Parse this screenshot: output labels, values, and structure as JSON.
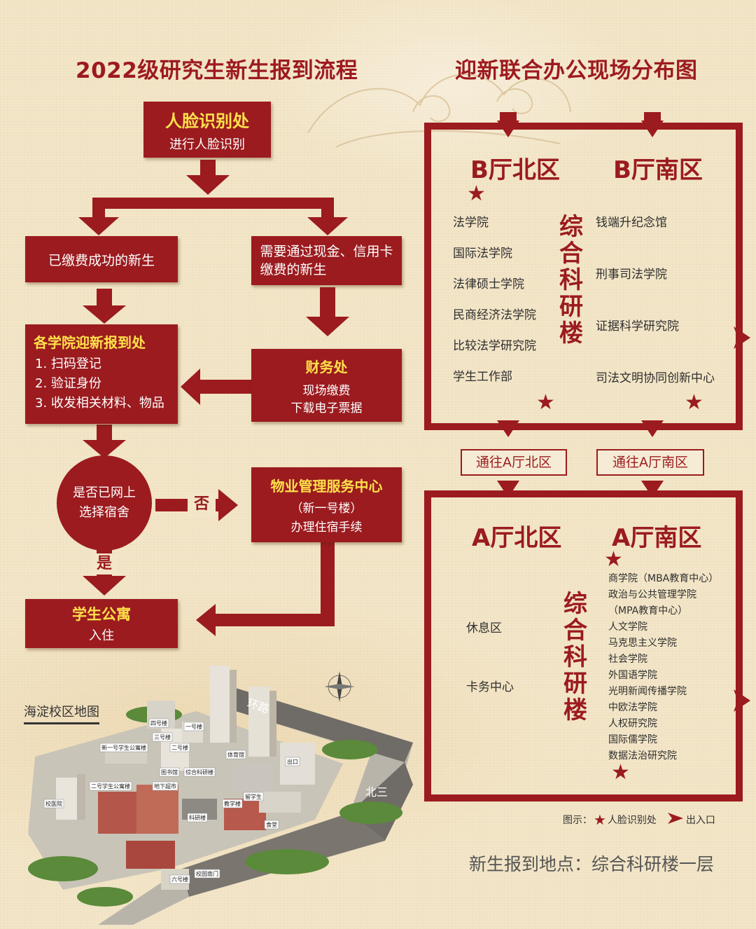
{
  "left": {
    "title": "2022级研究生新生报到流程",
    "face": {
      "title": "人脸识别处",
      "sub": "进行人脸识别"
    },
    "paid": {
      "text": "已缴费成功的新生"
    },
    "cash": {
      "text": "需要通过现金、信用卡缴费的新生"
    },
    "college": {
      "title": "各学院迎新报到处",
      "items": [
        "1.  扫码登记",
        "2. 验证身份",
        "3. 收发相关材料、物品"
      ]
    },
    "finance": {
      "title": "财务处",
      "l1": "现场缴费",
      "l2": "下载电子票据"
    },
    "decision": {
      "l1": "是否已网上",
      "l2": "选择宿舍",
      "no": "否",
      "yes": "是"
    },
    "property": {
      "title": "物业管理服务中心",
      "l1": "（新一号楼）",
      "l2": "办理住宿手续"
    },
    "dorm": {
      "title": "学生公寓",
      "sub": "入住"
    },
    "map_label": "海淀校区地图",
    "map": {
      "road1": "环路",
      "road2": "北三",
      "buildings": [
        "四号楼",
        "一号楼",
        "二号楼",
        "三号楼",
        "新一号学生公寓楼",
        "图书馆",
        "综合科研楼",
        "体育馆",
        "出口",
        "地下超市",
        "二号学生公寓楼",
        "教学楼",
        "校医院",
        "科研楼",
        "留学生",
        "食堂",
        "校园南门",
        "六号楼"
      ]
    }
  },
  "right": {
    "title": "迎新联合办公现场分布图",
    "b_north": "B厅北区",
    "b_south": "B厅南区",
    "b_north_list": [
      "法学院",
      "国际法学院",
      "法律硕士学院",
      "民商经济法学院",
      "比较法学研究院",
      "学生工作部"
    ],
    "b_south_list": [
      "钱端升纪念馆",
      "刑事司法学院",
      "证据科学研究院",
      "司法文明协同创新中心"
    ],
    "center_label": "综合科研楼",
    "pass_north": "通往A厅北区",
    "pass_south": "通往A厅南区",
    "a_north": "A厅北区",
    "a_south": "A厅南区",
    "a_north_list": [
      "休息区",
      "卡务中心"
    ],
    "a_south_list": [
      "商学院（MBA教育中心）",
      "政治与公共管理学院",
      "（MPA教育中心）",
      "人文学院",
      "马克思主义学院",
      "社会学院",
      "外国语学院",
      "光明新闻传播学院",
      "中欧法学院",
      "人权研究院",
      "国际儒学院",
      "数据法治研究院"
    ],
    "legend_prefix": "图示：",
    "legend_face": "人脸识别处",
    "legend_door": "出入口",
    "report_location": "新生报到地点：综合科研楼一层"
  },
  "colors": {
    "primary": "#9b1b1f",
    "accent": "#ffe04a",
    "background": "#f3e6c8"
  }
}
